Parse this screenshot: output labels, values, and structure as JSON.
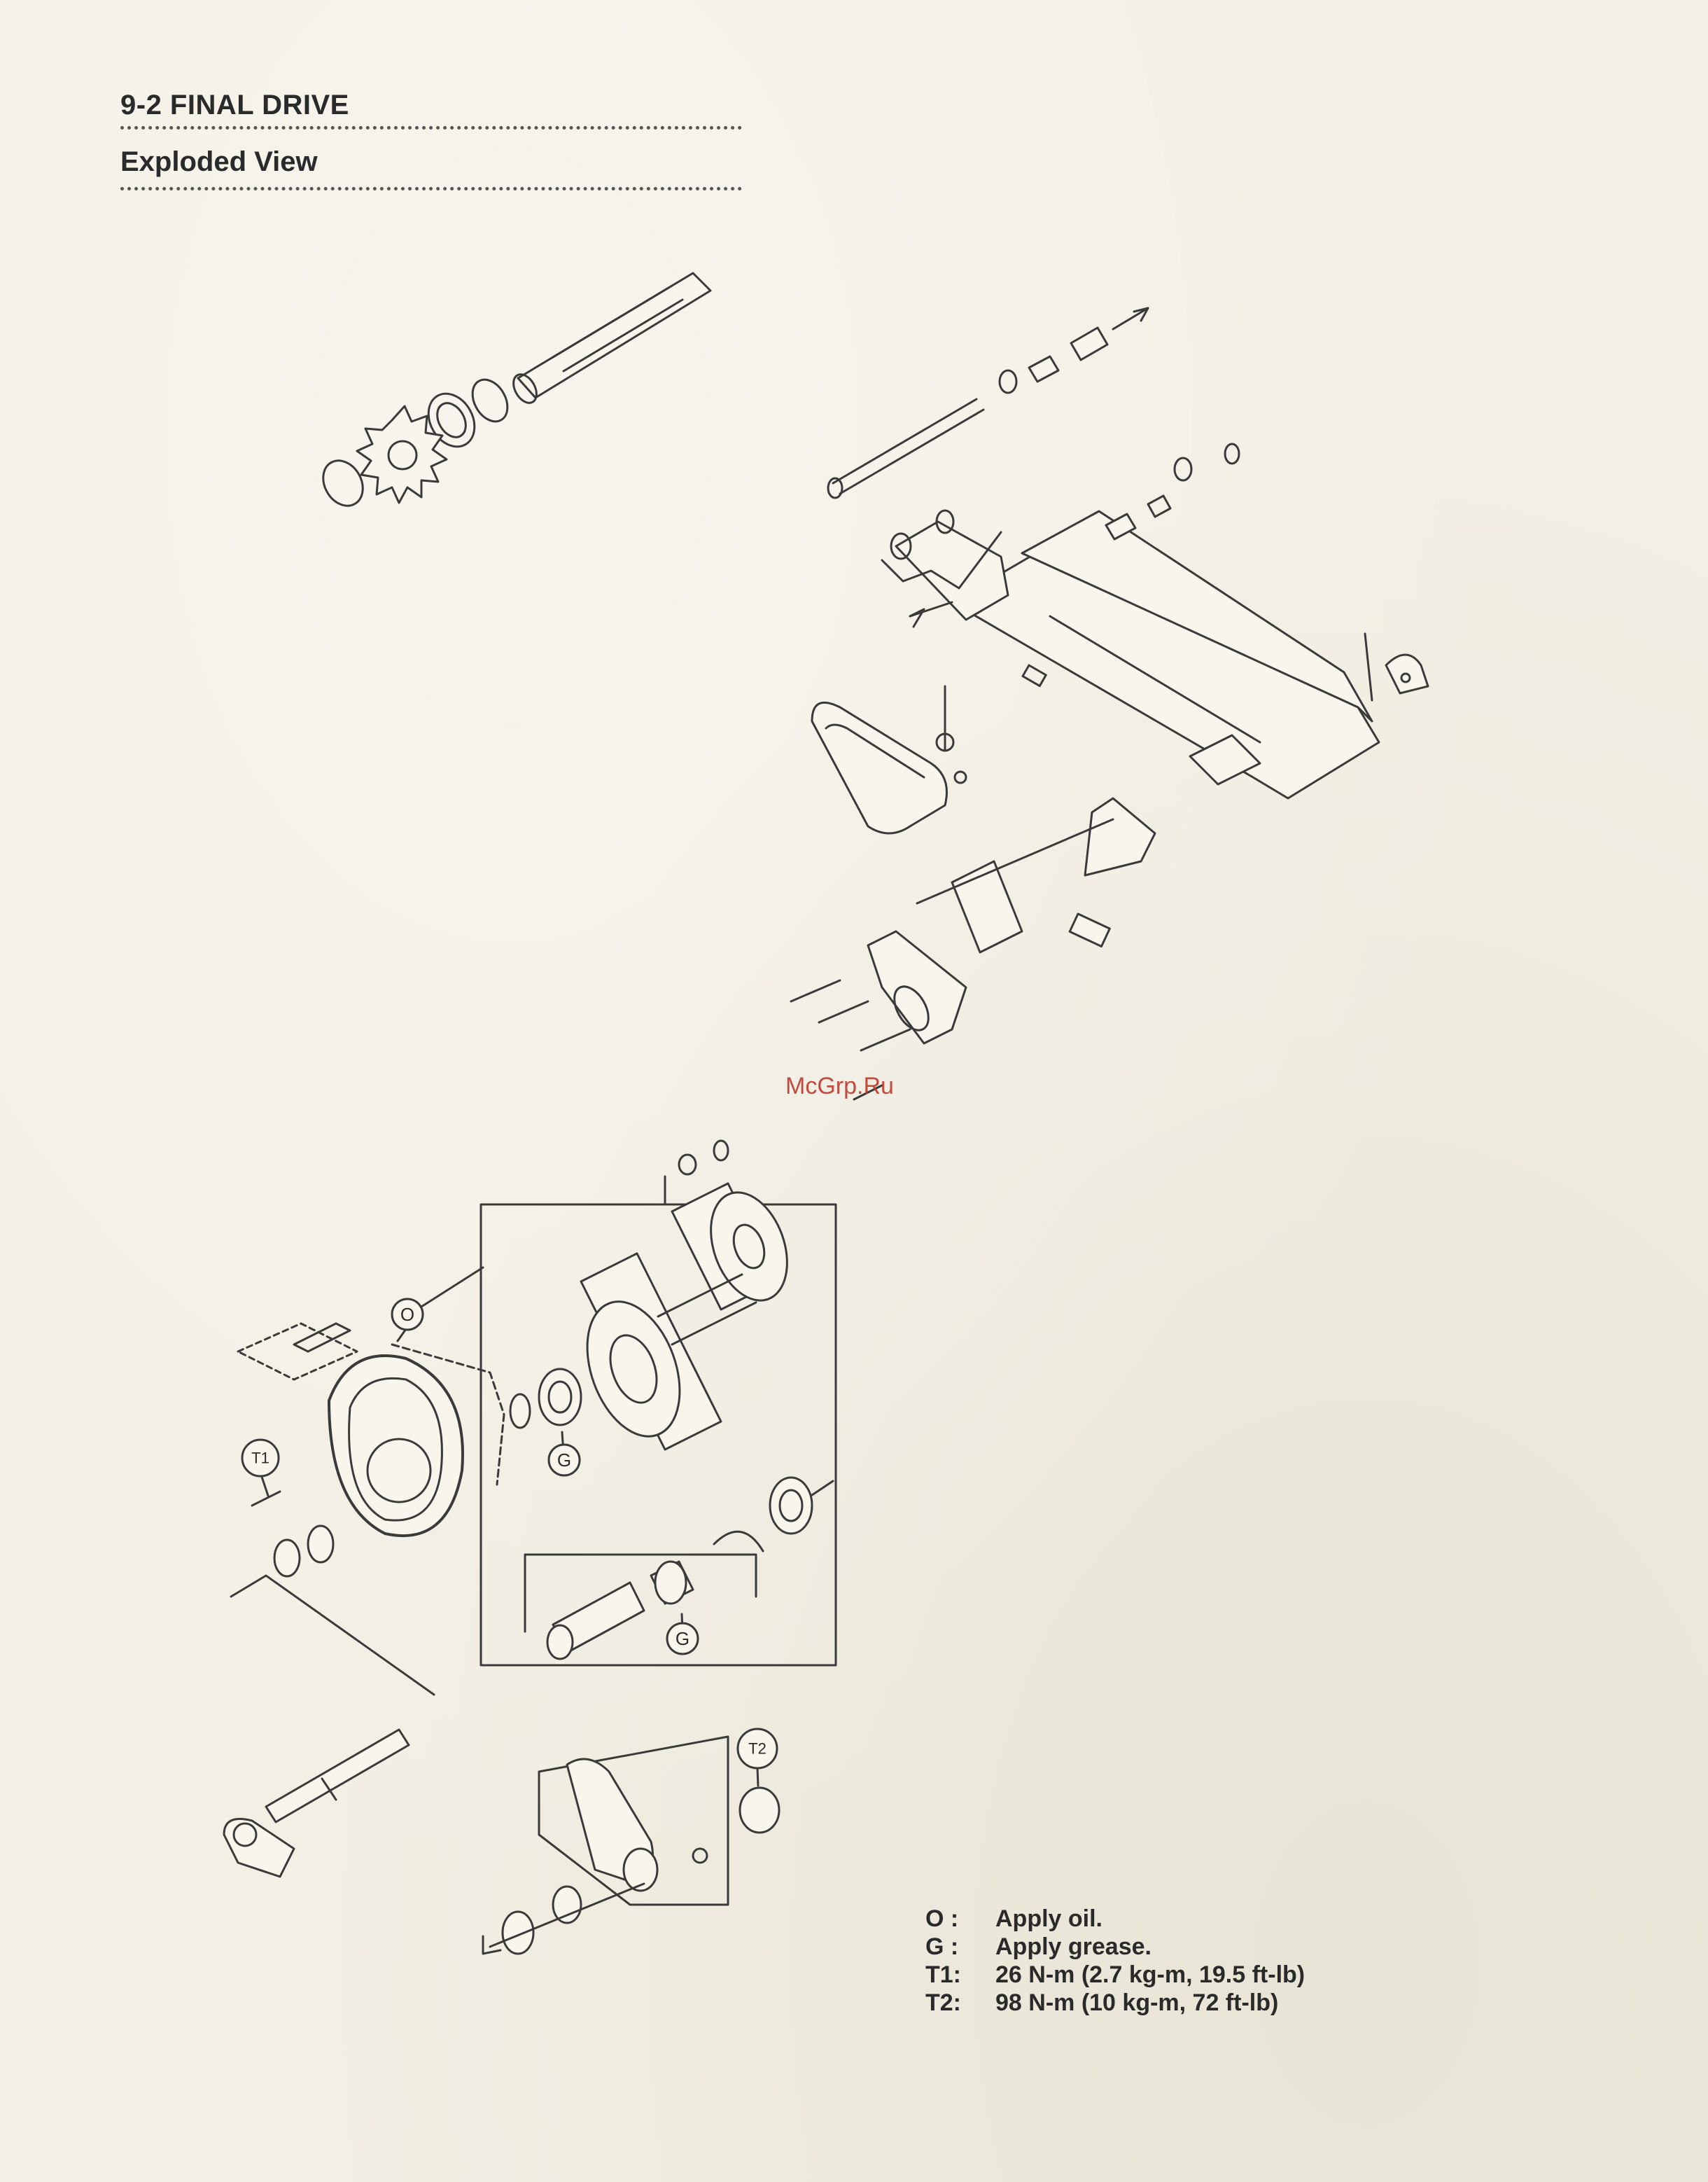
{
  "header": {
    "section_title": "9-2 FINAL DRIVE",
    "subtitle": "Exploded View"
  },
  "watermark": "McGrp.Ru",
  "callouts": {
    "oil": "O",
    "grease_1": "G",
    "grease_2": "G",
    "torque_1": "T1",
    "torque_2": "T2"
  },
  "legend": [
    {
      "key": "O :",
      "text": "Apply oil."
    },
    {
      "key": "G :",
      "text": "Apply grease."
    },
    {
      "key": "T1:",
      "text": "26 N-m (2.7 kg-m, 19.5 ft-lb)"
    },
    {
      "key": "T2:",
      "text": "98 N-m (10 kg-m, 72 ft-lb)"
    }
  ],
  "colors": {
    "paper": "#f2efe4",
    "ink": "#2a2a2a",
    "watermark": "#c0392b"
  }
}
